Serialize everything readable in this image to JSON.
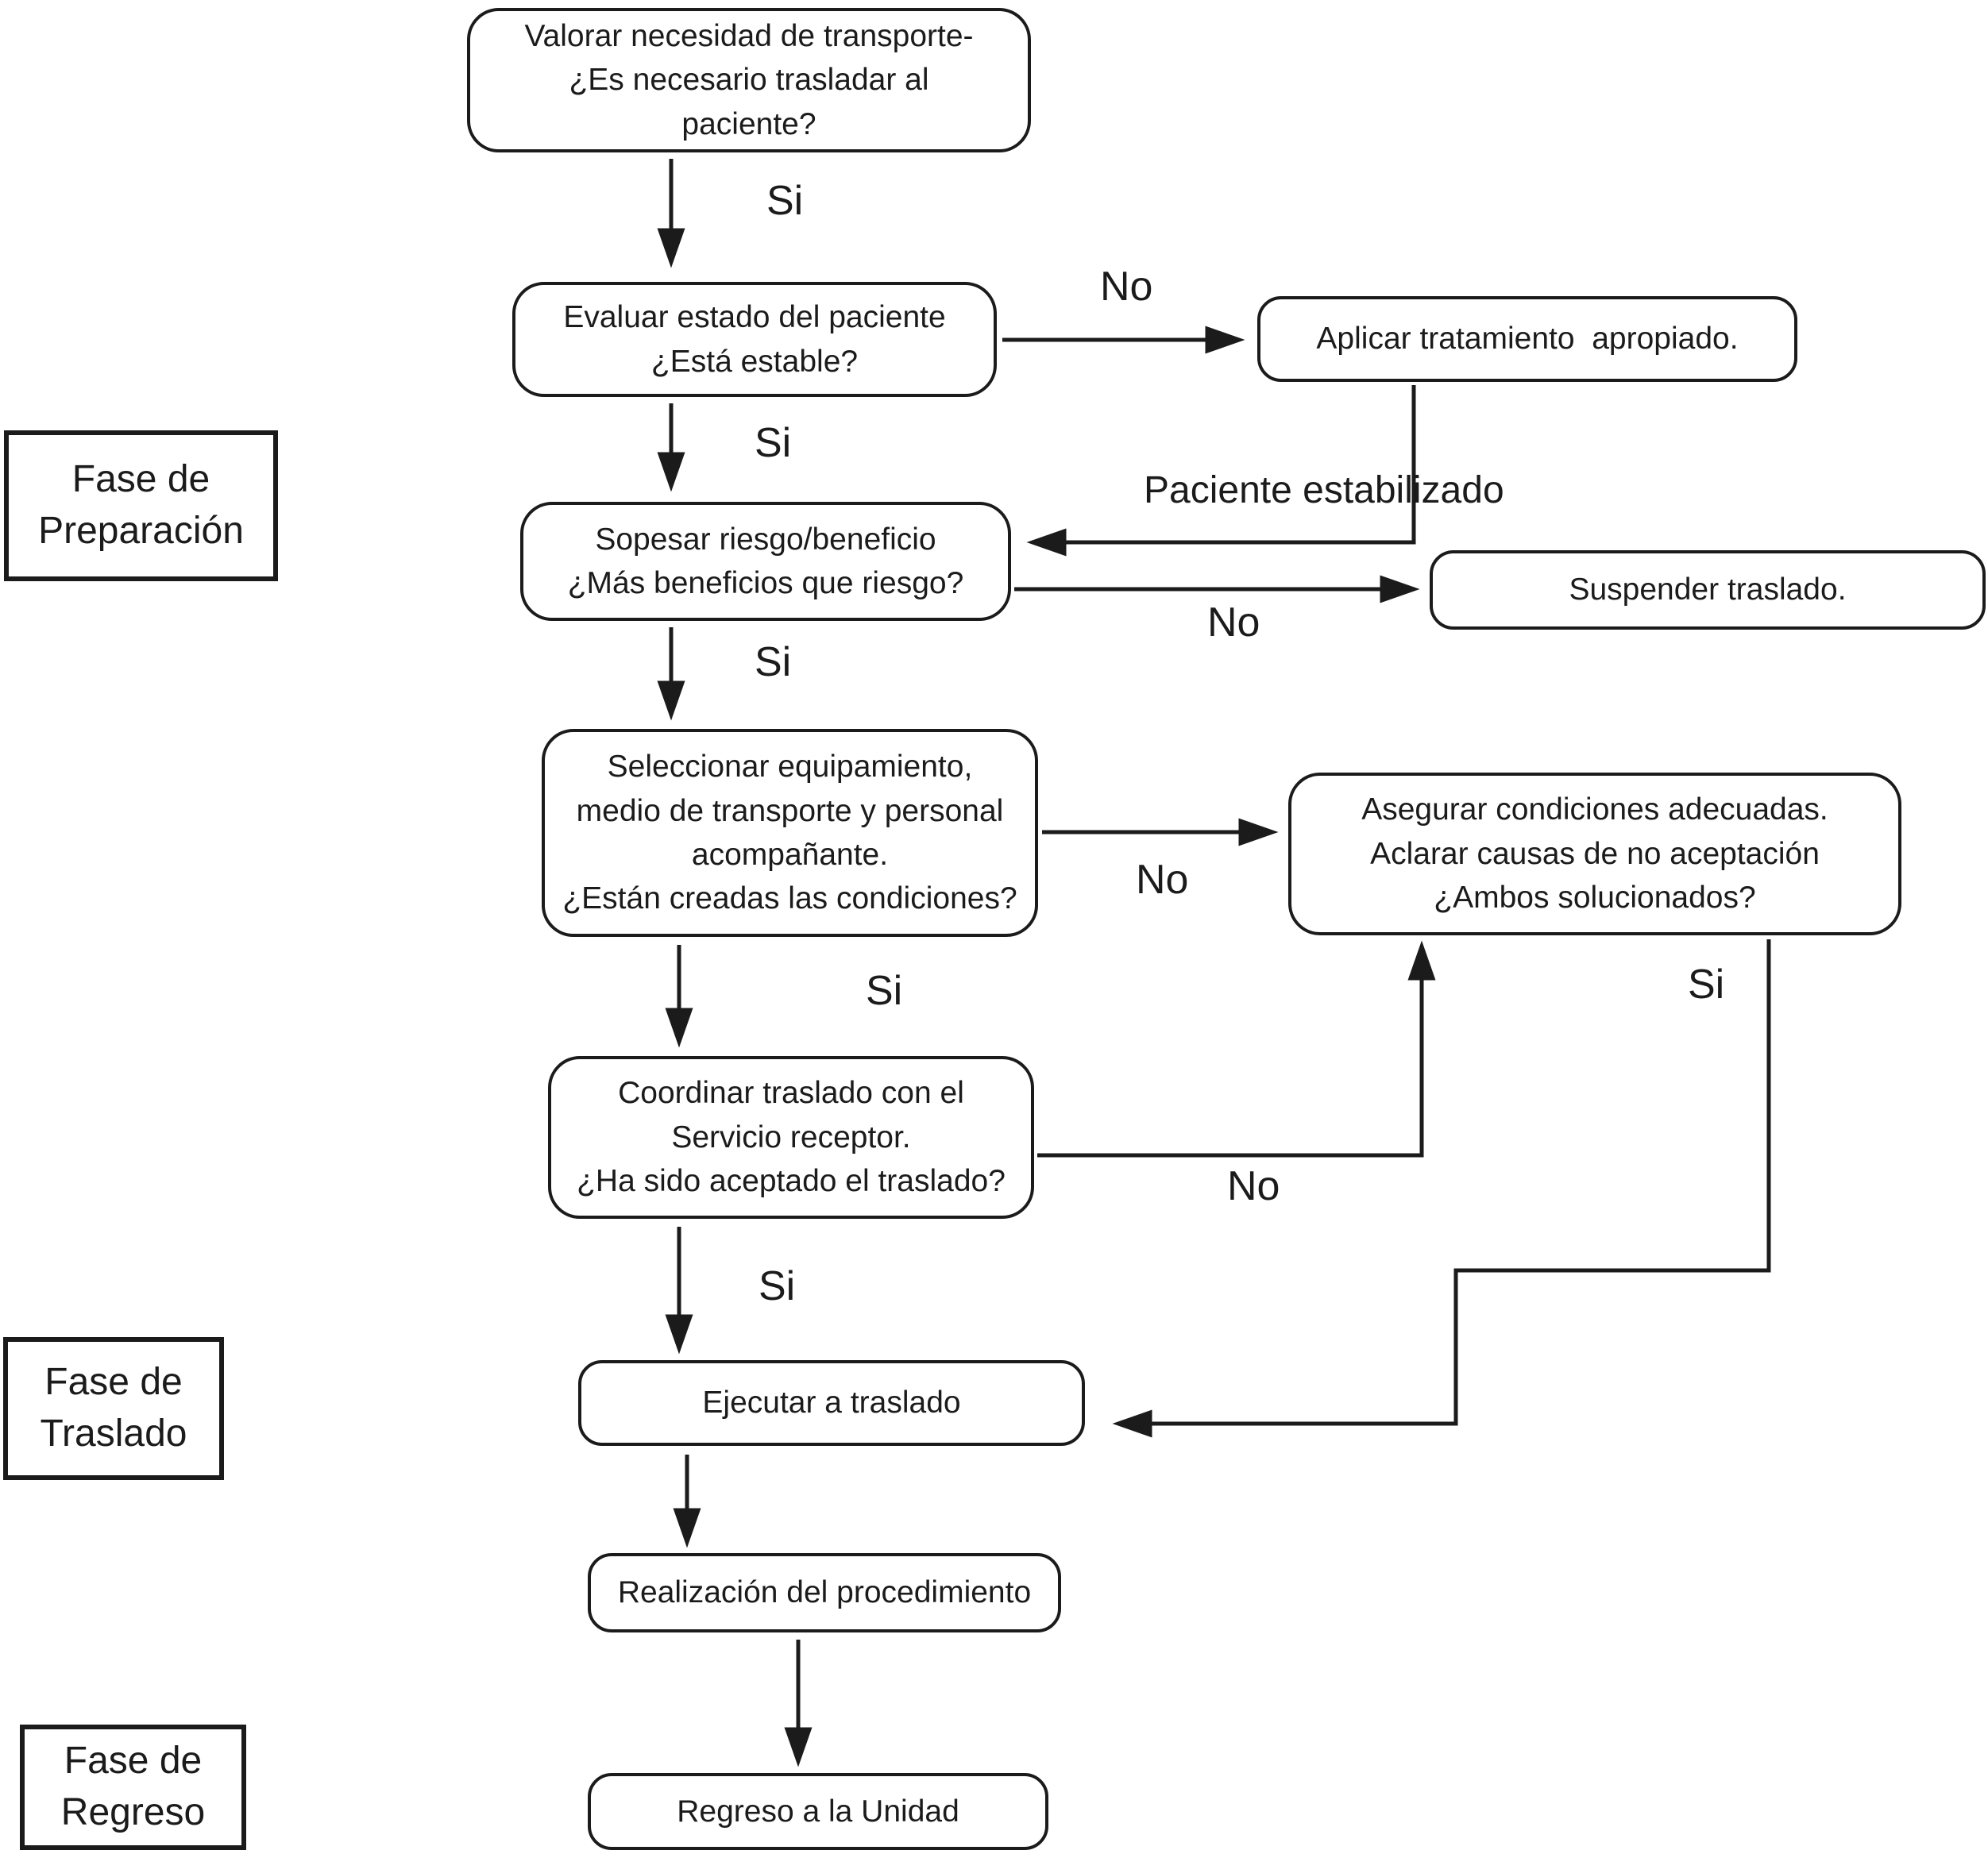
{
  "colors": {
    "ink": "#1b1b1b",
    "background": "#ffffff"
  },
  "phases": {
    "preparacion": {
      "label": "Fase de\nPreparación"
    },
    "traslado": {
      "label": "Fase de\nTraslado"
    },
    "regreso": {
      "label": "Fase de\nRegreso"
    }
  },
  "nodes": {
    "valorar": {
      "text": "Valorar necesidad de transporte-\n¿Es necesario trasladar al\npaciente?"
    },
    "evaluar": {
      "text": "Evaluar estado del paciente\n¿Está estable?"
    },
    "aplicar": {
      "text": "Aplicar tratamiento  apropiado."
    },
    "sopesar": {
      "text": "Sopesar riesgo/beneficio\n¿Más beneficios que riesgo?"
    },
    "suspender": {
      "text": "Suspender traslado."
    },
    "seleccionar": {
      "text": "Seleccionar equipamiento,\nmedio de transporte y personal\nacompañante.\n¿Están creadas las condiciones?"
    },
    "asegurar": {
      "text": "Asegurar condiciones adecuadas.\nAclarar causas de no aceptación\n¿Ambos solucionados?"
    },
    "coordinar": {
      "text": "Coordinar traslado con el\nServicio receptor.\n¿Ha sido aceptado el traslado?"
    },
    "ejecutar": {
      "text": "Ejecutar a traslado"
    },
    "realizacion": {
      "text": "Realización del procedimiento"
    },
    "regreso": {
      "text": "Regreso a la Unidad"
    }
  },
  "edge_labels": {
    "si_necesidad": "Si",
    "no_estable": "No",
    "si_estable": "Si",
    "paciente_estabilizado": "Paciente estabilizado",
    "no_beneficio": "No",
    "si_beneficio": "Si",
    "no_condiciones": "No",
    "si_condiciones": "Si",
    "no_aceptado": "No",
    "si_aceptado": "Si",
    "si_solucionados": "Si"
  }
}
